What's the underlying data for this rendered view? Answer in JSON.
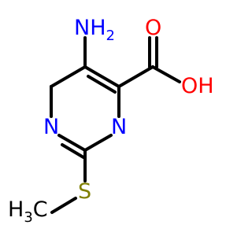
{
  "molecule": {
    "atoms": {
      "nh2": {
        "main": "NH",
        "sub": "2",
        "color": "#0000ff"
      },
      "o_carbonyl": {
        "text": "O",
        "color": "#ff0000"
      },
      "oh": {
        "text": "OH",
        "color": "#ff0000"
      },
      "n_left": {
        "text": "N",
        "color": "#0000ff"
      },
      "n_right": {
        "text": "N",
        "color": "#0000ff"
      },
      "s": {
        "text": "S",
        "color": "#808000"
      },
      "ch3": {
        "main": "H",
        "sub": "3",
        "tail": "C",
        "color": "#000000"
      }
    }
  }
}
